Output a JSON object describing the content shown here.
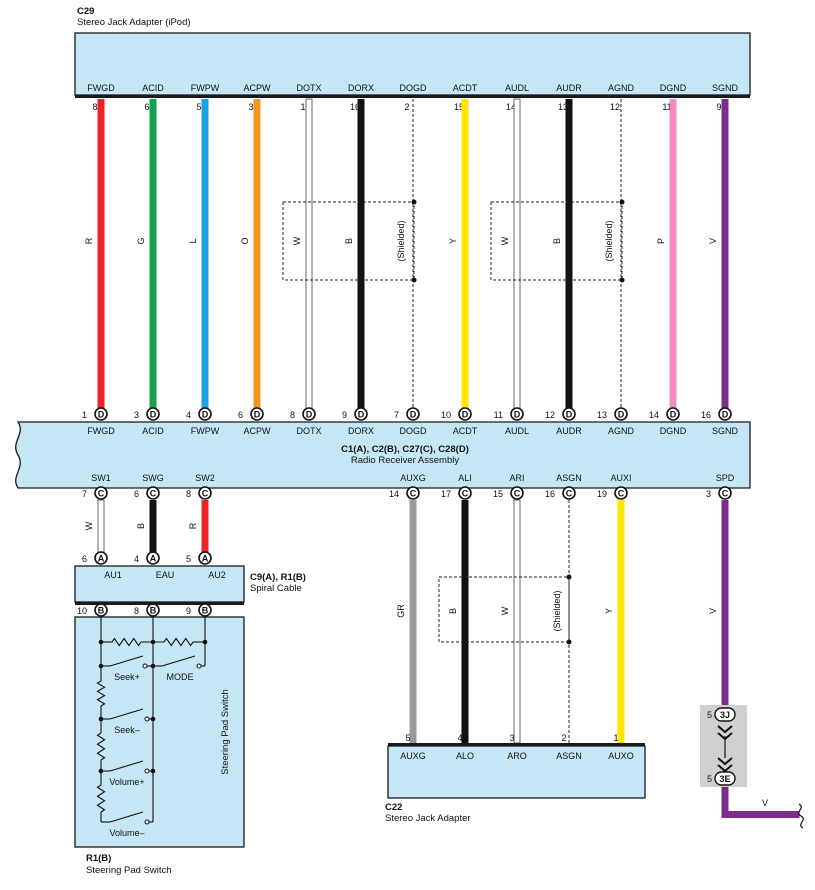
{
  "colors": {
    "box_fill": "#c5e6f5",
    "box_stroke": "#1a1a1a",
    "wire_R": "#ee2028",
    "wire_G": "#17a14b",
    "wire_L": "#1aa3e8",
    "wire_O": "#f7941d",
    "wire_W": "#ffffff",
    "wire_B": "#111111",
    "wire_Y": "#ffe500",
    "wire_P": "#f08cc0",
    "wire_V": "#7b2c8c",
    "wire_GR": "#9a9a9a",
    "junction_fill": "#d0d0d0"
  },
  "c29": {
    "code": "C29",
    "name": "Stereo Jack Adapter (iPod)",
    "pins": [
      {
        "label": "FWGD",
        "pin": "8",
        "color": "R"
      },
      {
        "label": "ACID",
        "pin": "6",
        "color": "G"
      },
      {
        "label": "FWPW",
        "pin": "5",
        "color": "L"
      },
      {
        "label": "ACPW",
        "pin": "3",
        "color": "O"
      },
      {
        "label": "DOTX",
        "pin": "1",
        "color": "W"
      },
      {
        "label": "DORX",
        "pin": "16",
        "color": "B"
      },
      {
        "label": "DOGD",
        "pin": "2",
        "color": "(Shielded)"
      },
      {
        "label": "ACDT",
        "pin": "15",
        "color": "Y"
      },
      {
        "label": "AUDL",
        "pin": "14",
        "color": "W"
      },
      {
        "label": "AUDR",
        "pin": "13",
        "color": "B"
      },
      {
        "label": "AGND",
        "pin": "12",
        "color": "(Shielded)"
      },
      {
        "label": "DGND",
        "pin": "11",
        "color": "P"
      },
      {
        "label": "SGND",
        "pin": "9",
        "color": "V"
      }
    ]
  },
  "radio": {
    "code": "C1(A), C2(B), C27(C), C28(D)",
    "name": "Radio Receiver Assembly",
    "top_pins": [
      {
        "label": "FWGD",
        "num": "1",
        "conn": "D"
      },
      {
        "label": "ACID",
        "num": "3",
        "conn": "D"
      },
      {
        "label": "FWPW",
        "num": "4",
        "conn": "D"
      },
      {
        "label": "ACPW",
        "num": "6",
        "conn": "D"
      },
      {
        "label": "DOTX",
        "num": "8",
        "conn": "D"
      },
      {
        "label": "DORX",
        "num": "9",
        "conn": "D"
      },
      {
        "label": "DOGD",
        "num": "7",
        "conn": "D"
      },
      {
        "label": "ACDT",
        "num": "10",
        "conn": "D"
      },
      {
        "label": "AUDL",
        "num": "11",
        "conn": "D"
      },
      {
        "label": "AUDR",
        "num": "12",
        "conn": "D"
      },
      {
        "label": "AGND",
        "num": "13",
        "conn": "D"
      },
      {
        "label": "DGND",
        "num": "14",
        "conn": "D"
      },
      {
        "label": "SGND",
        "num": "16",
        "conn": "D"
      }
    ],
    "bottom_pins": [
      {
        "label": "SW1",
        "num": "7",
        "conn": "C"
      },
      {
        "label": "SWG",
        "num": "6",
        "conn": "C"
      },
      {
        "label": "SW2",
        "num": "8",
        "conn": "C"
      },
      {
        "label": "AUXG",
        "num": "14",
        "conn": "C"
      },
      {
        "label": "ALI",
        "num": "17",
        "conn": "C"
      },
      {
        "label": "ARI",
        "num": "15",
        "conn": "C"
      },
      {
        "label": "ASGN",
        "num": "16",
        "conn": "C"
      },
      {
        "label": "AUXI",
        "num": "19",
        "conn": "C"
      },
      {
        "label": "SPD",
        "num": "3",
        "conn": "C"
      }
    ]
  },
  "spiral": {
    "code": "C9(A), R1(B)",
    "name": "Spiral Cable",
    "pins": [
      {
        "label": "AU1",
        "top_num": "6",
        "top_conn": "A",
        "bot_num": "10",
        "bot_conn": "B",
        "color": "W"
      },
      {
        "label": "EAU",
        "top_num": "4",
        "top_conn": "A",
        "bot_num": "8",
        "bot_conn": "B",
        "color": "B"
      },
      {
        "label": "AU2",
        "top_num": "5",
        "top_conn": "A",
        "bot_num": "9",
        "bot_conn": "B",
        "color": "R"
      }
    ]
  },
  "steering": {
    "code": "R1(B)",
    "name": "Steering Pad Switch",
    "inner_label": "Steering Pad Switch",
    "switches": [
      "Seek+",
      "MODE",
      "Seek–",
      "Volume+",
      "Volume–"
    ]
  },
  "c22": {
    "code": "C22",
    "name": "Stereo Jack Adapter",
    "pins": [
      {
        "label": "AUXG",
        "pin": "5",
        "color": "GR"
      },
      {
        "label": "ALO",
        "pin": "4",
        "color": "B"
      },
      {
        "label": "ARO",
        "pin": "3",
        "color": "W"
      },
      {
        "label": "ASGN",
        "pin": "2",
        "color": "(Shielded)"
      },
      {
        "label": "AUXO",
        "pin": "1",
        "color": "Y"
      }
    ]
  },
  "junction": {
    "top_pin": "5",
    "top_id": "3J",
    "bottom_pin": "5",
    "bottom_id": "3E",
    "wire_color": "V",
    "out_color": "V"
  }
}
